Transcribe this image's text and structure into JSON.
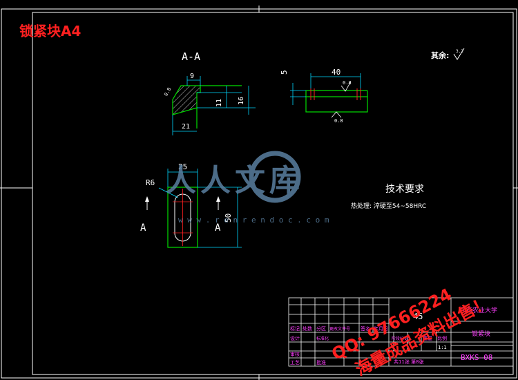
{
  "header": {
    "title": "锁紧块A4"
  },
  "section_view": {
    "label": "A-A",
    "dims": {
      "top_width": "9",
      "right_11": "11",
      "right_16": "16",
      "bottom_21": "21",
      "chamfer": "0.8"
    }
  },
  "side_view": {
    "dims": {
      "height_5": "5",
      "width_40": "40",
      "surface_top": "0.8",
      "surface_bottom": "0.8"
    }
  },
  "roughness_note": {
    "label": "其余:",
    "value": "3.2"
  },
  "plan_view": {
    "dims": {
      "width_25": "25",
      "radius": "R6",
      "height_50": "50"
    },
    "section_marks": [
      "A",
      "A"
    ]
  },
  "tech_requirements": {
    "title": "技术要求",
    "line1": "热处理: 淬硬至54~58HRC"
  },
  "watermark": {
    "brand": "人人文库",
    "url": "w w w . r e n r e n d o c . c o m",
    "promo_line1": "QQ: 97666224",
    "promo_line2": "海量成品资料出售！"
  },
  "title_block": {
    "school": "江西农业大学",
    "part_name": "锁紧块",
    "drawing_no": "BXKS-08",
    "material_code": "45",
    "scale": "1:1",
    "sheet_info": "共11张 第8张",
    "labels": {
      "row1": [
        "标记",
        "处数",
        "分区",
        "更改文件号",
        "签名",
        "年月日"
      ],
      "design": "设计",
      "standard": "标准化",
      "review": "审核",
      "process": "工艺",
      "approve": "批准",
      "stage": "阶段标记",
      "weight": "重量",
      "ratio": "比例"
    }
  },
  "colors": {
    "background": "#000000",
    "frame": "#ffffff",
    "dimension": "#00d8ff",
    "outline": "#00e000",
    "hatch": "#ffffff",
    "center": "#ff2020",
    "title_red": "#ff2020",
    "title_block_text": "#ff40ff",
    "watermark": "#5a7fa0"
  }
}
